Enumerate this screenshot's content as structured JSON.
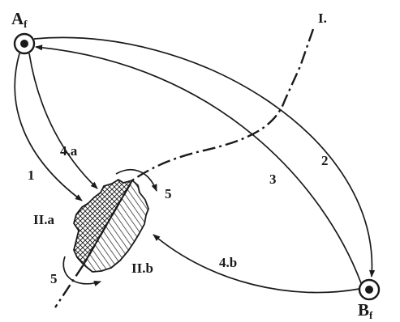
{
  "nodes": {
    "a": {
      "label": "A",
      "sub": "f"
    },
    "b": {
      "label": "B",
      "sub": "f"
    }
  },
  "fault_label": "I.",
  "regions": {
    "left": "II.a",
    "right": "II.b"
  },
  "paths": {
    "p1": "1",
    "p2": "2",
    "p3": "3",
    "p4a": "4.a",
    "p4b": "4.b",
    "p5_top": "5",
    "p5_bottom": "5"
  },
  "colors": {
    "ink": "#1a1a1a",
    "background": "#ffffff"
  }
}
